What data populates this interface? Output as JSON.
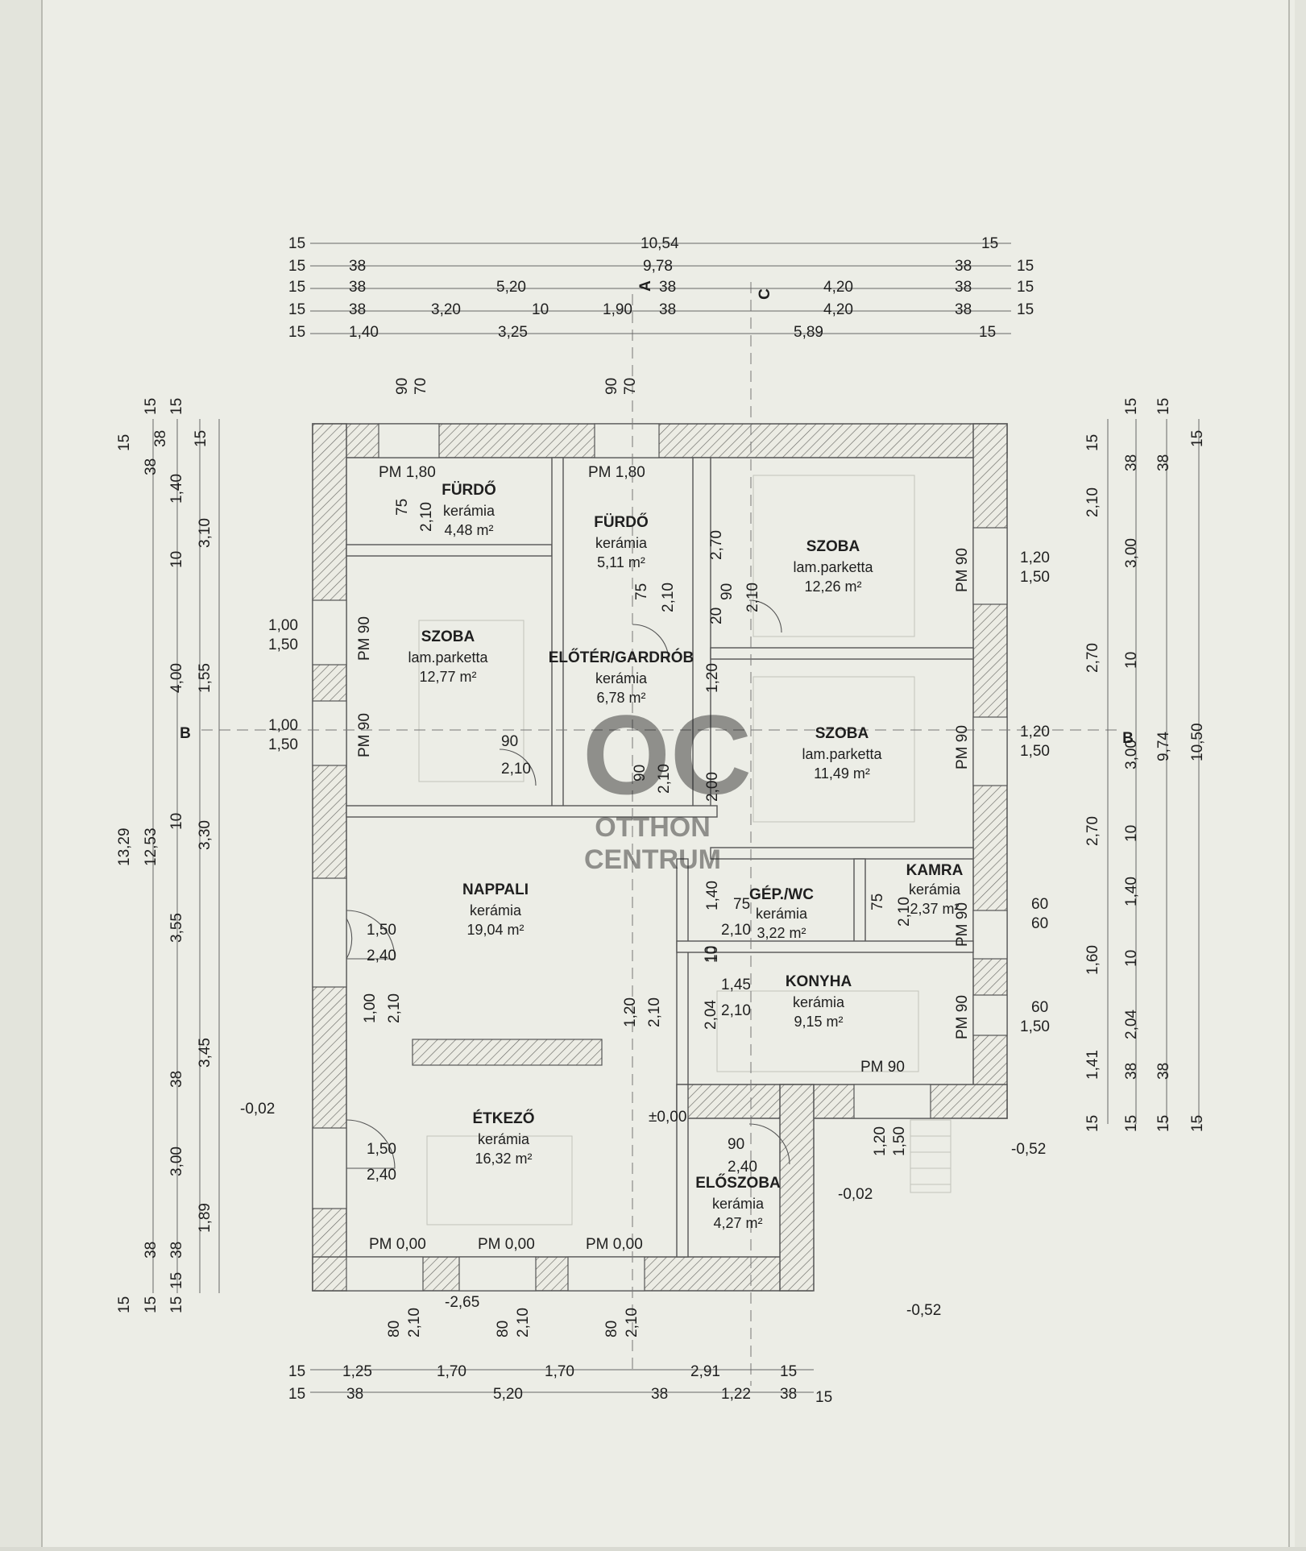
{
  "rooms": [
    {
      "name": "FÜRDŐ",
      "floor": "kerámia",
      "area": "4,48 m²"
    },
    {
      "name": "FÜRDŐ",
      "floor": "kerámia",
      "area": "5,11 m²"
    },
    {
      "name": "SZOBA",
      "floor": "lam.parketta",
      "area": "12,26 m²"
    },
    {
      "name": "SZOBA",
      "floor": "lam.parketta",
      "area": "12,77 m²"
    },
    {
      "name": "ELŐTÉR/GARDRÓB",
      "floor": "kerámia",
      "area": "6,78 m²"
    },
    {
      "name": "SZOBA",
      "floor": "lam.parketta",
      "area": "11,49 m²"
    },
    {
      "name": "NAPPALI",
      "floor": "kerámia",
      "area": "19,04 m²"
    },
    {
      "name": "GÉP./WC",
      "floor": "kerámia",
      "area": "3,22 m²"
    },
    {
      "name": "KAMRA",
      "floor": "kerámia",
      "area": "2,37 m²"
    },
    {
      "name": "KONYHA",
      "floor": "kerámia",
      "area": "9,15 m²"
    },
    {
      "name": "ÉTKEZŐ",
      "floor": "kerámia",
      "area": "16,32 m²"
    },
    {
      "name": "ELŐSZOBA",
      "floor": "kerámia",
      "area": "4,27 m²"
    }
  ],
  "section_markers": {
    "a": "A",
    "b": "B",
    "c": "C"
  },
  "levels": [
    "-0,02",
    "±0,00",
    "-0,52",
    "-0,02",
    "-0,52",
    "-2,65"
  ],
  "top_dimensions": [
    [
      "15",
      "10,54",
      "15"
    ],
    [
      "15",
      "38",
      "9,78",
      "38",
      "15"
    ],
    [
      "15",
      "38",
      "5,20",
      "38",
      "4,20",
      "38",
      "15"
    ],
    [
      "15",
      "38",
      "3,20",
      "10",
      "1,90",
      "38",
      "4,20",
      "38",
      "15"
    ],
    [
      "15",
      "1,40",
      "3,25",
      "5,89",
      "15"
    ]
  ],
  "bottom_dimensions": [
    [
      "15",
      "1,25",
      "1,70",
      "1,70",
      "2,91",
      "15"
    ],
    [
      "15",
      "38",
      "5,20",
      "38",
      "1,22",
      "38",
      "15"
    ]
  ],
  "left_dimensions": {
    "col1": [
      "15",
      "13,29",
      "15"
    ],
    "col2": [
      "38",
      "12,53",
      "38",
      "15"
    ],
    "col3": [
      "15",
      "38",
      "1,40",
      "10",
      "4,00",
      "10",
      "3,55",
      "38",
      "3,00",
      "38",
      "15"
    ],
    "col4": [
      "15",
      "15",
      "3,10",
      "1,55",
      "3,30",
      "3,45",
      "1,89",
      "15"
    ]
  },
  "right_dimensions": {
    "col1": [
      "15",
      "2,10",
      "2,70",
      "2,70",
      "1,60",
      "1,41",
      "15"
    ],
    "col2": [
      "15",
      "38",
      "3,00",
      "10",
      "3,00",
      "10",
      "1,40",
      "10",
      "2,04",
      "38",
      "15"
    ],
    "col3": [
      "15",
      "38",
      "9,74",
      "38",
      "15"
    ],
    "col4": [
      "15",
      "10,50",
      "15"
    ]
  },
  "openings": {
    "pm_labels": [
      "PM 1,80",
      "PM 1,80",
      "PM 90",
      "PM 90",
      "PM 90",
      "PM 90",
      "PM 90",
      "PM 90",
      "PM 90",
      "PM 0,00",
      "PM 0,00",
      "PM 0,00"
    ],
    "window_sizes": [
      [
        "1,00",
        "1,50"
      ],
      [
        "1,00",
        "1,50"
      ],
      [
        "1,20",
        "1,50"
      ],
      [
        "1,20",
        "1,50"
      ],
      [
        "60",
        "60"
      ],
      [
        "60",
        "1,50"
      ],
      [
        "1,50",
        "2,40"
      ],
      [
        "1,50",
        "2,40"
      ]
    ],
    "door_sizes": [
      [
        "90",
        "70"
      ],
      [
        "90",
        "70"
      ],
      [
        "75",
        "2,10"
      ],
      [
        "75",
        "2,10"
      ],
      [
        "90",
        "2,10"
      ],
      [
        "90",
        "2,10"
      ],
      [
        "90",
        "2,10"
      ],
      [
        "2,70",
        "20"
      ],
      [
        "1,20",
        "2,00"
      ],
      [
        "1,40",
        "10"
      ],
      [
        "75",
        "2,10"
      ],
      [
        "75",
        "2,10"
      ],
      [
        "1,45",
        "2,10"
      ],
      [
        "2,04",
        "10"
      ],
      [
        "1,00",
        "2,10"
      ],
      [
        "1,20",
        "2,10"
      ],
      [
        "1,20",
        "1,50"
      ],
      [
        "90",
        "2,40"
      ],
      [
        "80",
        "2,10"
      ],
      [
        "80",
        "2,10"
      ],
      [
        "80",
        "2,10"
      ]
    ]
  },
  "watermark": {
    "logo": "OC",
    "line1": "OTTHON",
    "line2": "CENTRUM"
  }
}
